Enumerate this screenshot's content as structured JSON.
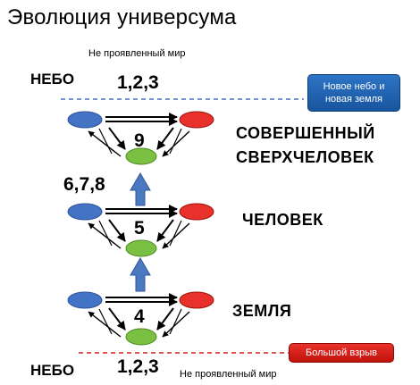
{
  "title": "Эволюция универсума",
  "top": {
    "caption": "Не проявленный мир",
    "heaven_label": "НЕБО",
    "numbers": "1,2,3",
    "callout_line1": "Новое небо и",
    "callout_line2": "новая земля"
  },
  "bottom": {
    "caption": "Не проявленный мир",
    "heaven_label": "НЕБО",
    "numbers": "1,2,3",
    "callout": "Большой взрыв"
  },
  "levels": [
    {
      "number": "9",
      "label_line1": "СОВЕРШЕННЫЙ",
      "label_line2": "СВЕРХЧЕЛОВЕК"
    },
    {
      "number": "5",
      "label_line1": "ЧЕЛОВЕК"
    },
    {
      "number": "4",
      "label_line1": "ЗЕМЛЯ"
    }
  ],
  "transition_numbers": "6,7,8",
  "colors": {
    "blue_node": "#4472c4",
    "red_node": "#e8312a",
    "green_node": "#7ac143",
    "up_arrow": "#4a79c2",
    "top_line": "#4472c4",
    "bottom_line": "#d9201b",
    "callout_blue": "#1f64b4",
    "callout_red": "#d9201b"
  }
}
